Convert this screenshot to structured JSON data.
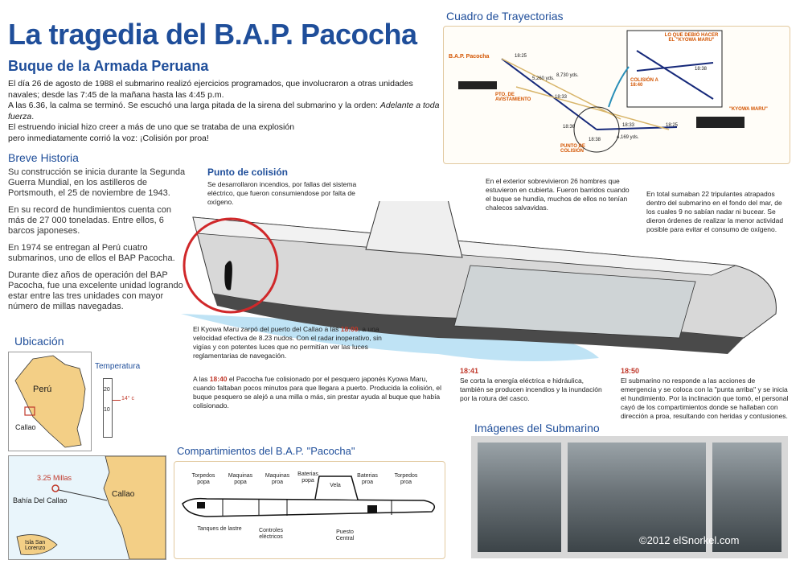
{
  "header": {
    "title": "La tragedia del B.A.P. Pacocha",
    "subtitle": "Buque de la Armada Peruana"
  },
  "intro": {
    "p1": "El día 26 de agosto de 1988 el submarino realizó ejercicios programados, que involucraron a otras unidades navales; desde las 7:45 de la mañana  hasta las 4:45 p.m.",
    "p2a": "A las 6.36, la calma se terminó. Se escuchó una larga pitada de la sirena del submarino y la orden: ",
    "p2b": "Adelante a toda fuerza",
    "p2c": ".",
    "p3": "El estruendo inicial hizo creer a más de uno que se trataba de una explosión",
    "p4": "pero inmediatamente corrió la voz: ¡Colisión por proa!"
  },
  "history": {
    "heading": "Breve Historia",
    "p1": "Su construcción se inicia durante la Segunda Guerra Mundial, en los astilleros de Portsmouth, el 25 de noviembre de 1943.",
    "p2": "En su record de hundimientos cuenta con más de 27 000 toneladas. Entre ellos, 6 barcos japoneses.",
    "p3": "En 1974 se entregan al Perú cuatro submarinos,  uno de ellos el BAP Pacocha.",
    "p4": "Durante diez años de operación del BAP Pacocha, fue una excelente unidad logrando estar entre las tres unidades con mayor número de millas navegadas."
  },
  "location": {
    "heading": "Ubicación",
    "country": "Perú",
    "city": "Callao",
    "temp_heading": "Temperatura",
    "temp_value": "14° c",
    "temp_ticks": [
      "20",
      "10"
    ],
    "map_distance": "3.25 Millas",
    "map_bay": "Bahía Del Callao",
    "map_city": "Callao",
    "map_island": "Isla San Lorenzo"
  },
  "trajectories": {
    "heading": "Cuadro de Trayectorias",
    "pacocha": "B.A.P. Pacocha",
    "kyowa": "\"KYOWA MARU\"",
    "should": "LO QUE DEBIÓ HACER EL \"KYOWA MARU\"",
    "collision": "COLISIÓN A 18:40",
    "sight": "PTO. DE AVISTAMIENTO",
    "impact": "PUNTO DE COLISIÓN",
    "times": [
      "18:25",
      "18:33",
      "18:36",
      "18:38",
      "18:33",
      "18:25",
      "18:38"
    ],
    "dist1": "5,260 yds.",
    "dist2": "8,730 yds.",
    "dist3": "4,169 yds."
  },
  "collision_point": {
    "heading": "Punto de colisión",
    "text": "Se desarrollaron incendios, por fallas del sistema eléctrico, que fueron consumiendose por falta de oxígeno."
  },
  "notes": {
    "survivors": "En el exterior sobrevivieron 26 hombres que estuvieron en cubierta. Fueron barridos  cuando el buque se hundía, muchos de ellos no tenían chalecos salvavidas.",
    "trapped": "En total sumaban 22 tripulantes atrapados dentro del submarino en el fondo del mar, de los cuales 9 no sabían nadar ni bucear. Se dieron órdenes de realizar la menor actividad posible para evitar el consumo de oxígeno.",
    "kyowa_a": "El Kyowa Maru zarpó del puerto del Callao a las ",
    "kyowa_t": "18:00",
    "kyowa_b": ", a una velocidad efectiva de 8.23 nudos. Con el radar inoperativo, sin vigías  y con potentes luces que no permitían ver las luces reglamentarias de navegación.",
    "hit_a": "A las ",
    "hit_t": "18:40",
    "hit_b": " el Pacocha fue colisionado por el  pesquero japonés Kyowa Maru, cuando faltaban pocos minutos para que llegara a puerto. Producida la colisión, el buque pesquero se alejó a una milla o más, sin prestar ayuda al buque que había colisionado.",
    "t1841": "18:41",
    "energy": "Se corta la energía eléctrica e hidráulica, también se producen incendios y la inundación por la rotura del casco.",
    "t1850": "18:50",
    "sink": "El submarino no responde a las acciones de emergencia y se coloca con la \"punta arriba\" y se inicia el hundimiento. Por la inclinación que tomó, el personal cayó de los compartimientos donde se hallaban con dirección a proa, resultando con heridas y  contusiones."
  },
  "compartments": {
    "heading": "Compartimientos del B.A.P. \"Pacocha\"",
    "torp_popa": "Torpedos popa",
    "maq_popa": "Maquinas popa",
    "maq_proa": "Maquinas proa",
    "bat_popa": "Baterias popa",
    "vela": "Vela",
    "bat_proa": "Baterias proa",
    "torp_proa": "Torpedos proa",
    "tanques": "Tanques de lastre",
    "controles": "Controles eléctricos",
    "puesto": "Puesto Central"
  },
  "images": {
    "heading": "Imágenes del Submarino",
    "copyright": "©2012 elSnorkel.com"
  },
  "colors": {
    "title": "#1f4e9a",
    "alert": "#c0392b",
    "hull": "#4a4a4a",
    "water": "#bfe3f5"
  }
}
